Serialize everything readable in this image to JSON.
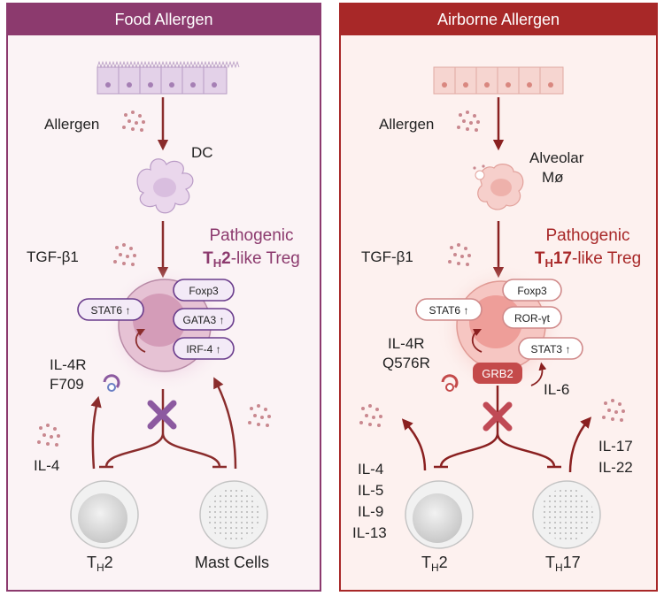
{
  "left_panel": {
    "header": "Food Allergen",
    "allergen_label": "Allergen",
    "dc_label": "DC",
    "tgf_label": "TGF-β1",
    "pathogenic_word": "Pathogenic",
    "treg_prefix": "T",
    "treg_sub": "H",
    "treg_bold": "2",
    "treg_suffix": "-like Treg",
    "stat6_label": "STAT6 ↑",
    "foxp3_label": "Foxp3",
    "gata3_label": "GATA3 ↑",
    "irf4_label": "IRF-4 ↑",
    "il4r_line1": "IL-4R",
    "il4r_line2": "F709",
    "il4_label": "IL-4",
    "th2_main": "T",
    "th2_sub": "H",
    "th2_tail": "2",
    "mast_label": "Mast Cells",
    "colors": {
      "header": "#8c3a6e",
      "border": "#8c3a6e",
      "fill": "#fbf3f5",
      "pathogenic": "#8c3a6e",
      "arrow": "#8a2c2c",
      "pill_border": "#6a3c8c",
      "pill_fill": "#f3eaf7",
      "x_mark": "#8c5aa0"
    }
  },
  "right_panel": {
    "header": "Airborne Allergen",
    "allergen_label": "Allergen",
    "alveolar_line1": "Alveolar",
    "alveolar_line2": "Mø",
    "tgf_label": "TGF-β1",
    "pathogenic_word": "Pathogenic",
    "treg_prefix": "T",
    "treg_sub": "H",
    "treg_bold": "17",
    "treg_suffix": "-like Treg",
    "stat6_label": "STAT6 ↑",
    "foxp3_label": "Foxp3",
    "ror_label": "ROR-γt",
    "stat3_label": "STAT3 ↑",
    "grb2_label": "GRB2",
    "il4r_line1": "IL-4R",
    "il4r_line2": "Q576R",
    "il6_label": "IL-6",
    "cytokines_left": [
      "IL-4",
      "IL-5",
      "IL-9",
      "IL-13"
    ],
    "cytokines_right": [
      "IL-17",
      "IL-22"
    ],
    "th2_main": "T",
    "th2_sub": "H",
    "th2_tail": "2",
    "th17_main": "T",
    "th17_sub": "H",
    "th17_tail": "17",
    "colors": {
      "header": "#a82828",
      "border": "#a82828",
      "fill": "#fdf1ef",
      "pathogenic": "#a82828",
      "arrow": "#8a2020",
      "pill_border": "#d08a8a",
      "pill_fill": "#ffffff",
      "grb2": "#c44a4a",
      "x_mark": "#c04a55"
    }
  }
}
